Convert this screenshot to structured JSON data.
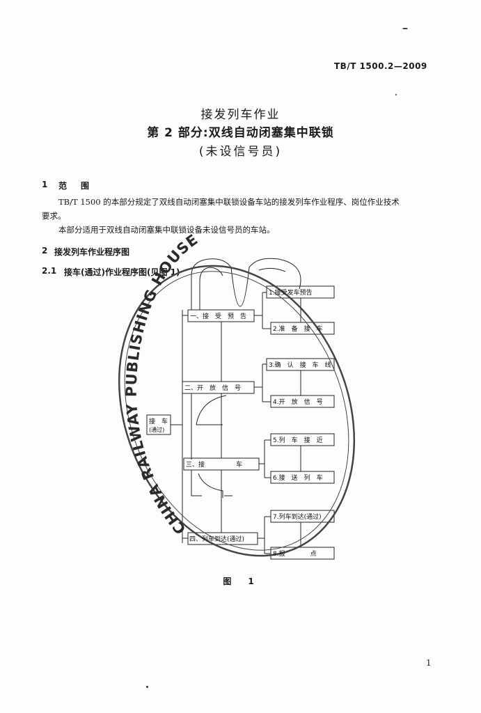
{
  "header": {
    "standard_code": "TB/T 1500.2—2009"
  },
  "title": {
    "main": "接发列车作业",
    "sub": "第 2 部分:双线自动闭塞集中联锁",
    "note": "(未设信号员)"
  },
  "section1": {
    "heading_num": "1",
    "heading_text": "范　围",
    "para1_line1": "TB/T 1500 的本部分规定了双线自动闭塞集中联锁设备车站的接发列车作业程序、岗位作业技术",
    "para1_line2": "要求。",
    "para2": "本部分适用于双线自动闭塞集中联锁设备未设信号员的车站。"
  },
  "section2": {
    "heading_num": "2",
    "heading_text": "接发列车作业程序图",
    "sub_num": "2.1",
    "sub_text": "接车(通过)作业程序图(见图 1)"
  },
  "flowchart": {
    "left_box": [
      "接　车",
      "(通过)"
    ],
    "phases": [
      "一、接　受　预　告",
      "二、开　放　信　号",
      "三、接　　　　　车",
      "四、列车到达(通过)"
    ],
    "steps": [
      "1.接受发车预告",
      "2.准　备　接　车",
      "3.确　认　接　车　线",
      "4.开　放　信　号",
      "5.列　车　接　近",
      "6.接　送　列　车",
      "7.列车到达(通过)",
      "8.报　　　　点"
    ]
  },
  "watermark": {
    "text": "CHINA RAILWAY PUBLISHING HOUSE"
  },
  "figure_caption": "图　1",
  "page_number": "1"
}
